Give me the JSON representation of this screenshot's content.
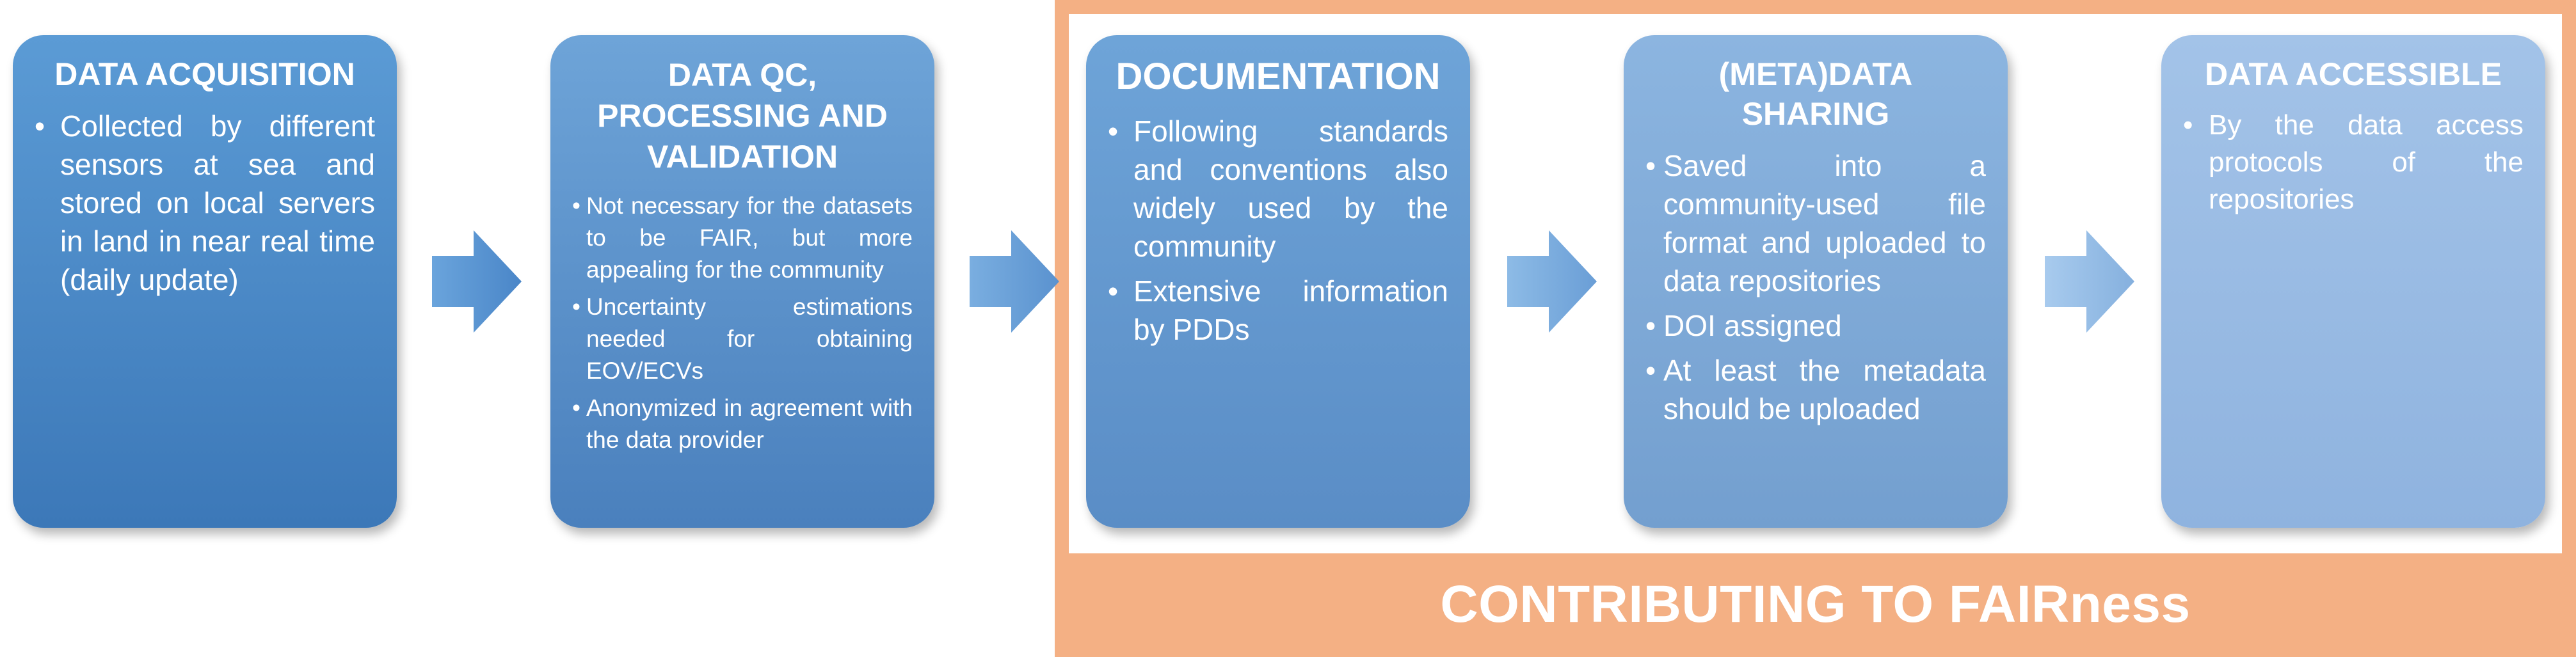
{
  "fair": {
    "label": "CONTRIBUTING TO FAIRness",
    "color": "#f4b084"
  },
  "cards": [
    {
      "title": "DATA ACQUISITION",
      "bullets": [
        "Collected by different sensors at sea and stored on local servers in land in near real time (daily update)"
      ]
    },
    {
      "title": "DATA QC, PROCESSING AND VALIDATION",
      "bullets": [
        "Not necessary for the datasets to be FAIR, but more appealing for the community",
        "Uncertainty estimations needed for obtaining EOV/ECVs",
        "Anonymized in agreement with the data provider"
      ]
    },
    {
      "title": "DOCUMENTATION",
      "bullets": [
        "Following standards and conventions also widely used by the community",
        "Extensive information by PDDs"
      ]
    },
    {
      "title": "(META)DATA SHARING",
      "bullets": [
        "Saved into a community-used file format and uploaded to data repositories",
        "DOI assigned",
        "At least the metadata should be uploaded"
      ]
    },
    {
      "title": "DATA ACCESSIBLE",
      "bullets": [
        "By the data access protocols of the repositories"
      ]
    }
  ],
  "colors": {
    "card_blue": "#5b9bd5",
    "arrow_blue": "#5b9bd5",
    "fair_orange": "#f4b084"
  }
}
